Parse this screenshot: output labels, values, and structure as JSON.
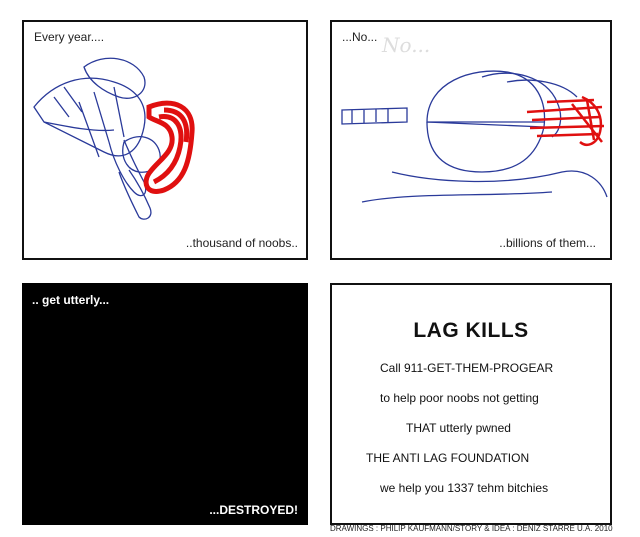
{
  "panels": {
    "p1": {
      "top_caption": "Every year....",
      "bottom_caption": "..thousand of noobs.."
    },
    "p2": {
      "top_caption": "...No...",
      "bottom_caption": "..billions of them..."
    },
    "p3": {
      "top_caption": ".. get utterly...",
      "bottom_caption": "...DESTROYED!"
    },
    "p4": {
      "title": "LAG KILLS",
      "lines": [
        "Call  911-GET-THEM-PROGEAR",
        "to help poor noobs not getting",
        "THAT utterly pwned",
        "THE ANTI LAG FOUNDATION",
        "we help you 1337 tehm bitchies"
      ]
    }
  },
  "credits": "DRAWINGS : PHILIP KAUFMANN/STORY & IDEA : DENIZ STARRE U.A. 2010",
  "colors": {
    "ink": "#2a3a9a",
    "blood": "#e01010",
    "frame": "#111111"
  }
}
